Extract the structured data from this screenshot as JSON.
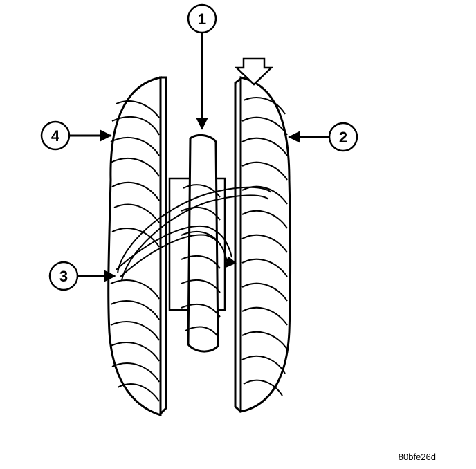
{
  "callouts": [
    {
      "number": "1"
    },
    {
      "number": "2"
    },
    {
      "number": "3"
    },
    {
      "number": "4"
    }
  ],
  "figure_code": "80bfe26d",
  "colors": {
    "ink": "#000000",
    "paper": "#ffffff"
  }
}
